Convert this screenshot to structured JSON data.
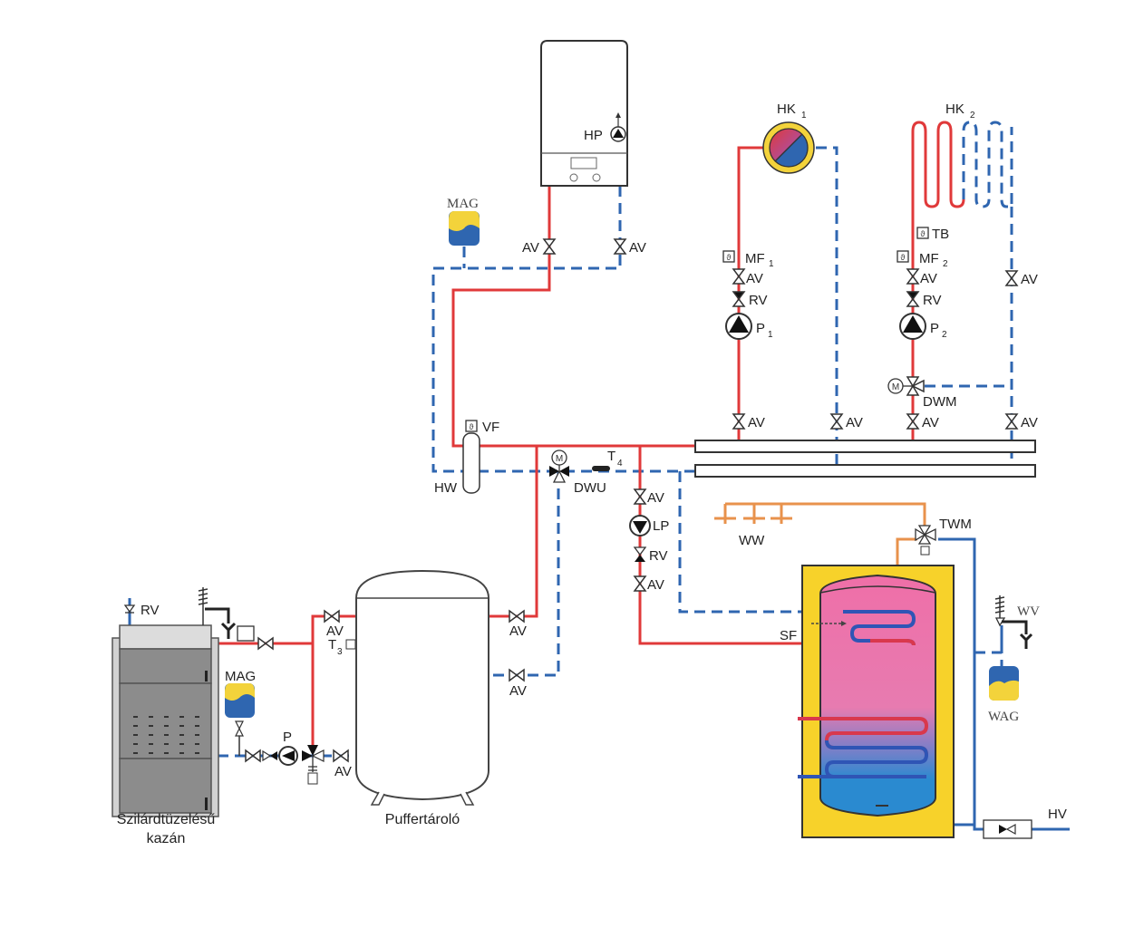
{
  "diagram": {
    "title": "",
    "colors": {
      "supply_hot": "#e0393a",
      "return_cold": "#2f66b0",
      "domestic_hot_water": "#e8924c",
      "tank_hot": "#ef6fa8",
      "tank_cold": "#2a8ad0",
      "insulation": "#f7d22a",
      "boiler_grey": "#8a8a8a"
    },
    "components": {
      "wall_boiler": {
        "label": "HP",
        "icon": "pump-icon"
      },
      "expansion_vessel_top": {
        "label": "MAG"
      },
      "hk1": {
        "label": "HK",
        "sub": "1",
        "icon": "radiator-icon"
      },
      "hk2": {
        "label": "HK",
        "sub": "2",
        "icon": "underfloor-heating-icon"
      },
      "tb": {
        "label": "TB"
      },
      "mf1": {
        "label": "MF",
        "sub": "1"
      },
      "mf2": {
        "label": "MF",
        "sub": "2"
      },
      "rv1": {
        "label": "RV"
      },
      "rv2": {
        "label": "RV"
      },
      "p1": {
        "label": "P",
        "sub": "1"
      },
      "p2": {
        "label": "P",
        "sub": "2"
      },
      "dwm": {
        "label": "DWM",
        "motor": "M"
      },
      "vf": {
        "label": "VF"
      },
      "hw": {
        "label": "HW"
      },
      "dwu": {
        "label": "DWU",
        "motor": "M"
      },
      "t4": {
        "label": "T",
        "sub": "4"
      },
      "lp": {
        "label": "LP"
      },
      "rv_lp": {
        "label": "RV"
      },
      "ww": {
        "label": "WW"
      },
      "twm": {
        "label": "TWM"
      },
      "sf": {
        "label": "SF"
      },
      "wv": {
        "label": "WV"
      },
      "wag": {
        "label": "WAG"
      },
      "hv": {
        "label": "HV"
      },
      "rv_boiler": {
        "label": "RV"
      },
      "mag_boiler": {
        "label": "MAG"
      },
      "t3": {
        "label": "T",
        "sub": "3"
      },
      "pump_boiler": {
        "label": "P"
      },
      "solid_fuel_boiler": {
        "label_line1": "Szilárdtüzelésű",
        "label_line2": "kazán"
      },
      "buffer_tank": {
        "label": "Puffertároló"
      }
    },
    "valve_label": "AV"
  }
}
